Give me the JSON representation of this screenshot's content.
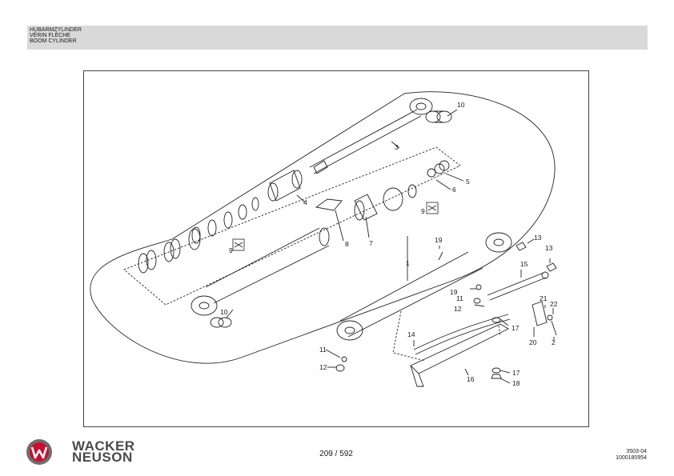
{
  "header": {
    "title_de": "HUBARMZYLINDER",
    "title_fr": "VÉRIN FLÈCHE",
    "title_en": "BOOM CYLINDER"
  },
  "callouts": [
    "10",
    "3",
    "5",
    "6",
    "4",
    "9",
    "7",
    "8",
    "9",
    "1",
    "10",
    "19",
    "13",
    "13",
    "15",
    "19",
    "11",
    "12",
    "21",
    "22",
    "17",
    "20",
    "2",
    "14",
    "11",
    "12",
    "17",
    "18",
    "16"
  ],
  "footer": {
    "brand_line1": "WACKER",
    "brand_line2": "NEUSON",
    "page_number": "209 / 592",
    "doc_code": "3503-04",
    "doc_id": "1000180954"
  },
  "colors": {
    "header_band": "#d9d9d9",
    "logo_red": "#c8102e",
    "logo_grey": "#6e6e6e"
  }
}
